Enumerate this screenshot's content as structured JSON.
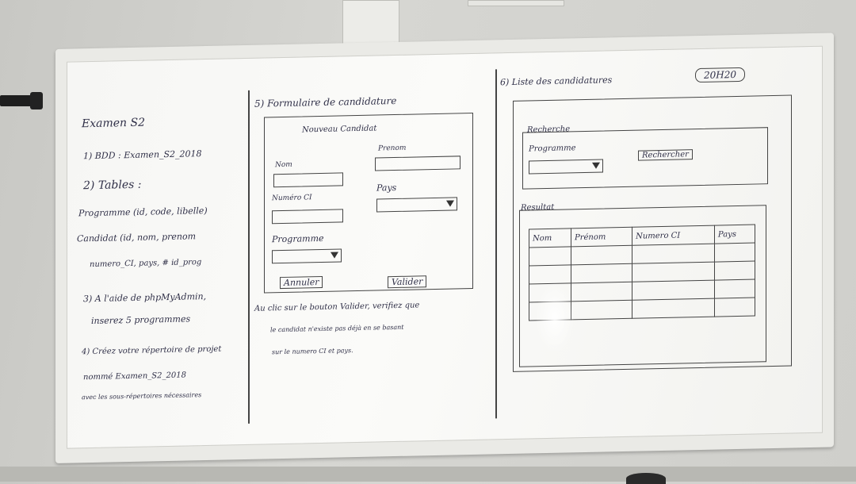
{
  "section1": {
    "title": "Examen S2",
    "bdd": "1) BDD : Examen_S2_2018",
    "tables_heading": "2) Tables :",
    "table_programme": "Programme (id, code, libelle)",
    "table_candidat": "Candidat (id, nom, prenom",
    "table_candidat_cont": "numero_CI, pays, # id_prog",
    "step3a": "3) A l'aide de phpMyAdmin,",
    "step3b": "inserez 5 programmes",
    "step4a": "4) Créez votre répertoire de projet",
    "step4b": "nommé Examen_S2_2018",
    "step4c": "avec les sous-répertoires nécessaires"
  },
  "section5": {
    "heading": "5) Formulaire de candidature",
    "form_title": "Nouveau Candidat",
    "label_nom": "Nom",
    "label_prenom": "Prenom",
    "label_numero_ci": "Numéro CI",
    "label_pays": "Pays",
    "label_programme": "Programme",
    "btn_annuler": "Annuler",
    "btn_valider": "Valider",
    "note1": "Au clic sur le bouton Valider, verifiez que",
    "note2": "le candidat n'existe pas déjà en se basant",
    "note3": "sur le numero CI et pays."
  },
  "section6": {
    "heading": "6) Liste des candidatures",
    "time": "20H20",
    "recherche_label": "Recherche",
    "programme_label": "Programme",
    "btn_rechercher": "Rechercher",
    "resultat_label": "Resultat",
    "table_headers": [
      "Nom",
      "Prénom",
      "Numero CI",
      "Pays"
    ],
    "table_rows": 4
  }
}
